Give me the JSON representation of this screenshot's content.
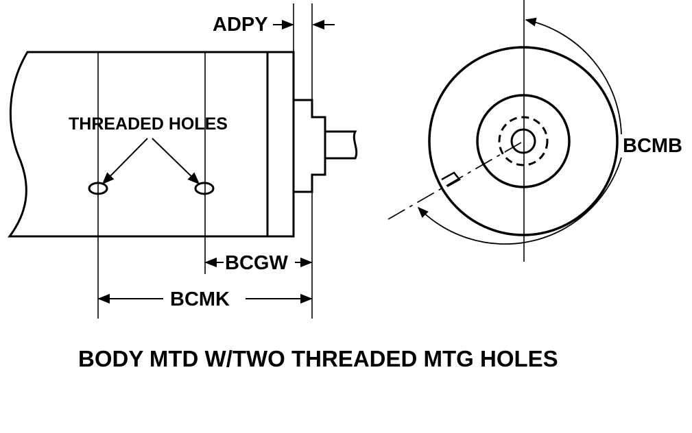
{
  "diagram": {
    "labels": {
      "adpy": "ADPY",
      "threaded_holes": "THREADED HOLES",
      "bcgw": "BCGW",
      "bcmk": "BCMK",
      "bcmb": "BCMB"
    },
    "caption": "BODY MTD W/TWO THREADED MTG HOLES"
  }
}
